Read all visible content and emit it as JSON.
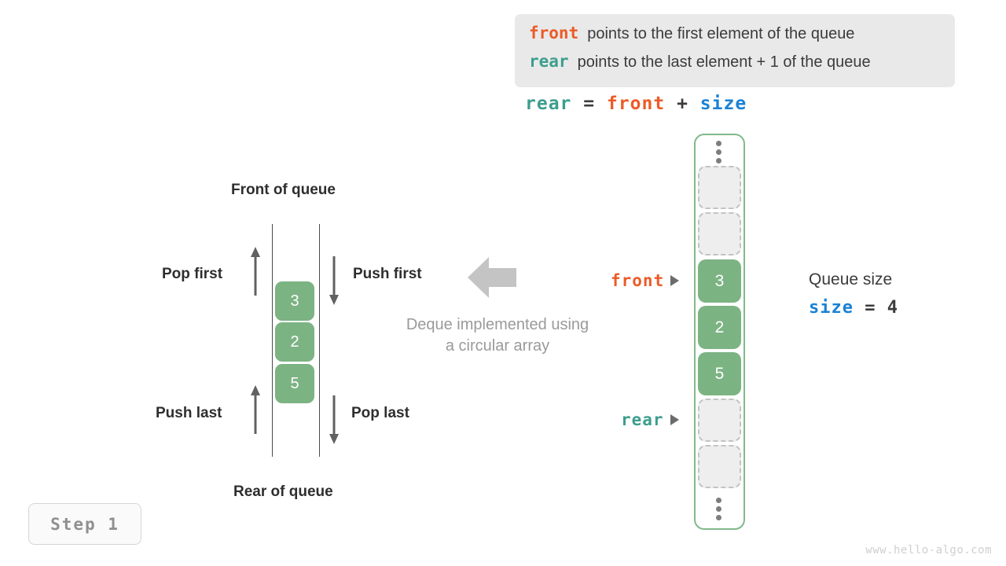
{
  "legend": {
    "lines": [
      {
        "keyword": "front",
        "text": "points to the first element of the queue"
      },
      {
        "keyword": "rear",
        "text": "points to the last element + 1 of the queue"
      }
    ]
  },
  "formula": {
    "rear": "rear",
    "eq": "=",
    "front": "front",
    "plus": "+",
    "size": "size"
  },
  "deque": {
    "front_label": "Front of queue",
    "rear_label": "Rear of queue",
    "pop_first": "Pop first",
    "push_first": "Push first",
    "push_last": "Push last",
    "pop_last": "Pop last",
    "cells": [
      "3",
      "2",
      "5"
    ],
    "caption_line1": "Deque implemented using",
    "caption_line2": "a circular array"
  },
  "array": {
    "slots": [
      {
        "value": "",
        "state": "empty"
      },
      {
        "value": "",
        "state": "empty"
      },
      {
        "value": "3",
        "state": "filled"
      },
      {
        "value": "2",
        "state": "filled"
      },
      {
        "value": "5",
        "state": "filled"
      },
      {
        "value": "",
        "state": "empty"
      },
      {
        "value": "",
        "state": "empty"
      }
    ],
    "pointer_front": "front",
    "pointer_rear": "rear"
  },
  "queue_size": {
    "title": "Queue size",
    "var": "size",
    "eq": "=",
    "value": "4"
  },
  "step": {
    "label": "Step 1"
  },
  "watermark": {
    "text": "www.hello-algo.com"
  },
  "colors": {
    "front": "#ec5b28",
    "rear": "#3c9e8d",
    "size": "#1a81d4",
    "green": "#7cb383",
    "outline_green": "#82b98a",
    "gray_arrow": "#c4c4c4",
    "legend_bg": "#e9e9e9"
  }
}
